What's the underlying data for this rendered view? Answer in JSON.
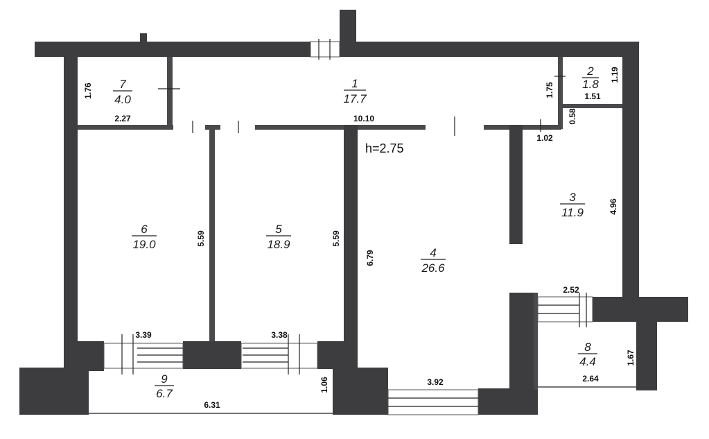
{
  "plan": {
    "height_label": "h=2.75",
    "rooms": [
      {
        "id": "1",
        "number": "1",
        "area": "17.7"
      },
      {
        "id": "2",
        "number": "2",
        "area": "1.8"
      },
      {
        "id": "3",
        "number": "3",
        "area": "11.9"
      },
      {
        "id": "4",
        "number": "4",
        "area": "26.6"
      },
      {
        "id": "5",
        "number": "5",
        "area": "18.9"
      },
      {
        "id": "6",
        "number": "6",
        "area": "19.0"
      },
      {
        "id": "7",
        "number": "7",
        "area": "4.0"
      },
      {
        "id": "8",
        "number": "8",
        "area": "4.4"
      },
      {
        "id": "9",
        "number": "9",
        "area": "6.7"
      }
    ],
    "dimensions": [
      "1.76",
      "2.27",
      "10.10",
      "1.75",
      "1.19",
      "1.51",
      "0.58",
      "1.02",
      "4.96",
      "5.59",
      "5.59",
      "6.79",
      "2.52",
      "3.39",
      "3.38",
      "1.67",
      "1.06",
      "3.92",
      "2.64",
      "6.31"
    ]
  }
}
